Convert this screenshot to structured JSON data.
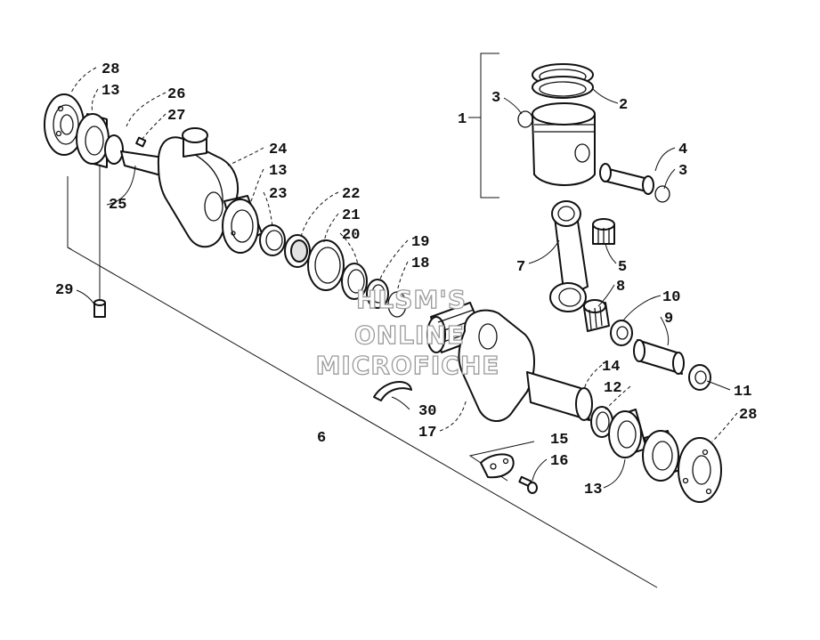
{
  "watermark": {
    "line1": "HLSM'S",
    "line2": "ONLINE",
    "line3": "MICROFICHE"
  },
  "callouts": [
    {
      "id": "c1",
      "label": "1"
    },
    {
      "id": "c2",
      "label": "2"
    },
    {
      "id": "c3a",
      "label": "3"
    },
    {
      "id": "c3b",
      "label": "3"
    },
    {
      "id": "c4",
      "label": "4"
    },
    {
      "id": "c5",
      "label": "5"
    },
    {
      "id": "c6",
      "label": "6"
    },
    {
      "id": "c7",
      "label": "7"
    },
    {
      "id": "c8",
      "label": "8"
    },
    {
      "id": "c9",
      "label": "9"
    },
    {
      "id": "c10",
      "label": "10"
    },
    {
      "id": "c11",
      "label": "11"
    },
    {
      "id": "c12",
      "label": "12"
    },
    {
      "id": "c13a",
      "label": "13"
    },
    {
      "id": "c13b",
      "label": "13"
    },
    {
      "id": "c13c",
      "label": "13"
    },
    {
      "id": "c14",
      "label": "14"
    },
    {
      "id": "c15",
      "label": "15"
    },
    {
      "id": "c16",
      "label": "16"
    },
    {
      "id": "c17",
      "label": "17"
    },
    {
      "id": "c18",
      "label": "18"
    },
    {
      "id": "c19",
      "label": "19"
    },
    {
      "id": "c20",
      "label": "20"
    },
    {
      "id": "c21",
      "label": "21"
    },
    {
      "id": "c22",
      "label": "22"
    },
    {
      "id": "c23",
      "label": "23"
    },
    {
      "id": "c24",
      "label": "24"
    },
    {
      "id": "c25",
      "label": "25"
    },
    {
      "id": "c26",
      "label": "26"
    },
    {
      "id": "c27",
      "label": "27"
    },
    {
      "id": "c28a",
      "label": "28"
    },
    {
      "id": "c28b",
      "label": "28"
    },
    {
      "id": "c29",
      "label": "29"
    },
    {
      "id": "c30",
      "label": "30"
    }
  ]
}
